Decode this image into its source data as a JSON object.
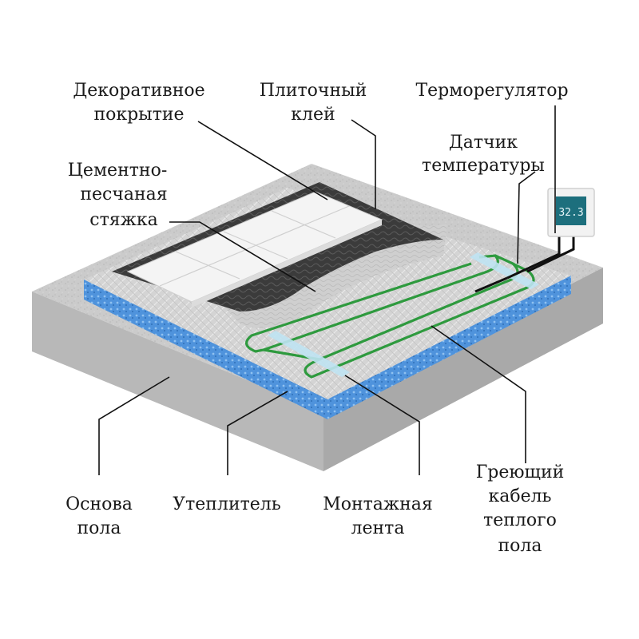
{
  "labels": {
    "decorative_1": "Декоративное",
    "decorative_2": "покрытие",
    "tile_glue_1": "Плиточный",
    "tile_glue_2": "клей",
    "thermostat": "Терморегулятор",
    "sensor_1": "Датчик",
    "sensor_2": "температуры",
    "screed_1": "Цементно-",
    "screed_2": "песчаная",
    "screed_3": "стяжка",
    "base_1": "Основа",
    "base_2": "пола",
    "insulation": "Утеплитель",
    "tape_1": "Монтажная",
    "tape_2": "лента",
    "cable_1": "Греющий",
    "cable_2": "кабель",
    "cable_3": "теплого",
    "cable_4": "пола"
  },
  "thermostat_display": {
    "digits": "32.3"
  },
  "colors": {
    "concrete": "#c9c9c9",
    "insulation": "#4a8fd6",
    "foil": "#d9d9d9",
    "cable": "#2e9a3e",
    "tape": "#bfe3f2",
    "glue": "#3a3a3a",
    "tile": "#f4f4f4",
    "display": "#1d6f7d"
  }
}
